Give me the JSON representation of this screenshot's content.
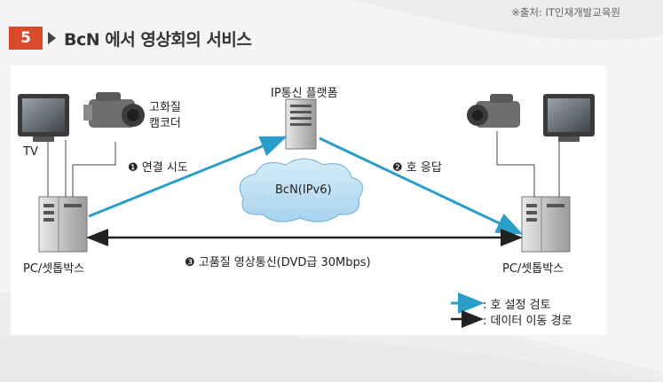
{
  "source": "※출처: IT인재개발교육원",
  "section": {
    "number": "5",
    "title": "BcN 에서 영상회의 서비스"
  },
  "diagram": {
    "platform_label": "IP통신 플랫폼",
    "camcorder_label_line1": "고화질",
    "camcorder_label_line2": "캠코더",
    "tv_label": "TV",
    "left_pc_label": "PC/셋톱박스",
    "right_pc_label": "PC/셋톱박스",
    "cloud_label": "BcN(IPv6)",
    "step1_num": "❶",
    "step1_label": "연결 시도",
    "step2_num": "❷",
    "step2_label": "호 응답",
    "step3_num": "❸",
    "step3_label": "고품질 영상통신(DVD급 30Mbps)"
  },
  "legend": {
    "items": [
      {
        "label": ": 호 설정 검토",
        "color": "#2a9dc8"
      },
      {
        "label": ": 데이터 이동 경로",
        "color": "#222222"
      }
    ]
  },
  "colors": {
    "accent": "#d84a2a",
    "signal_line": "#2a9dc8",
    "data_line": "#222222"
  }
}
